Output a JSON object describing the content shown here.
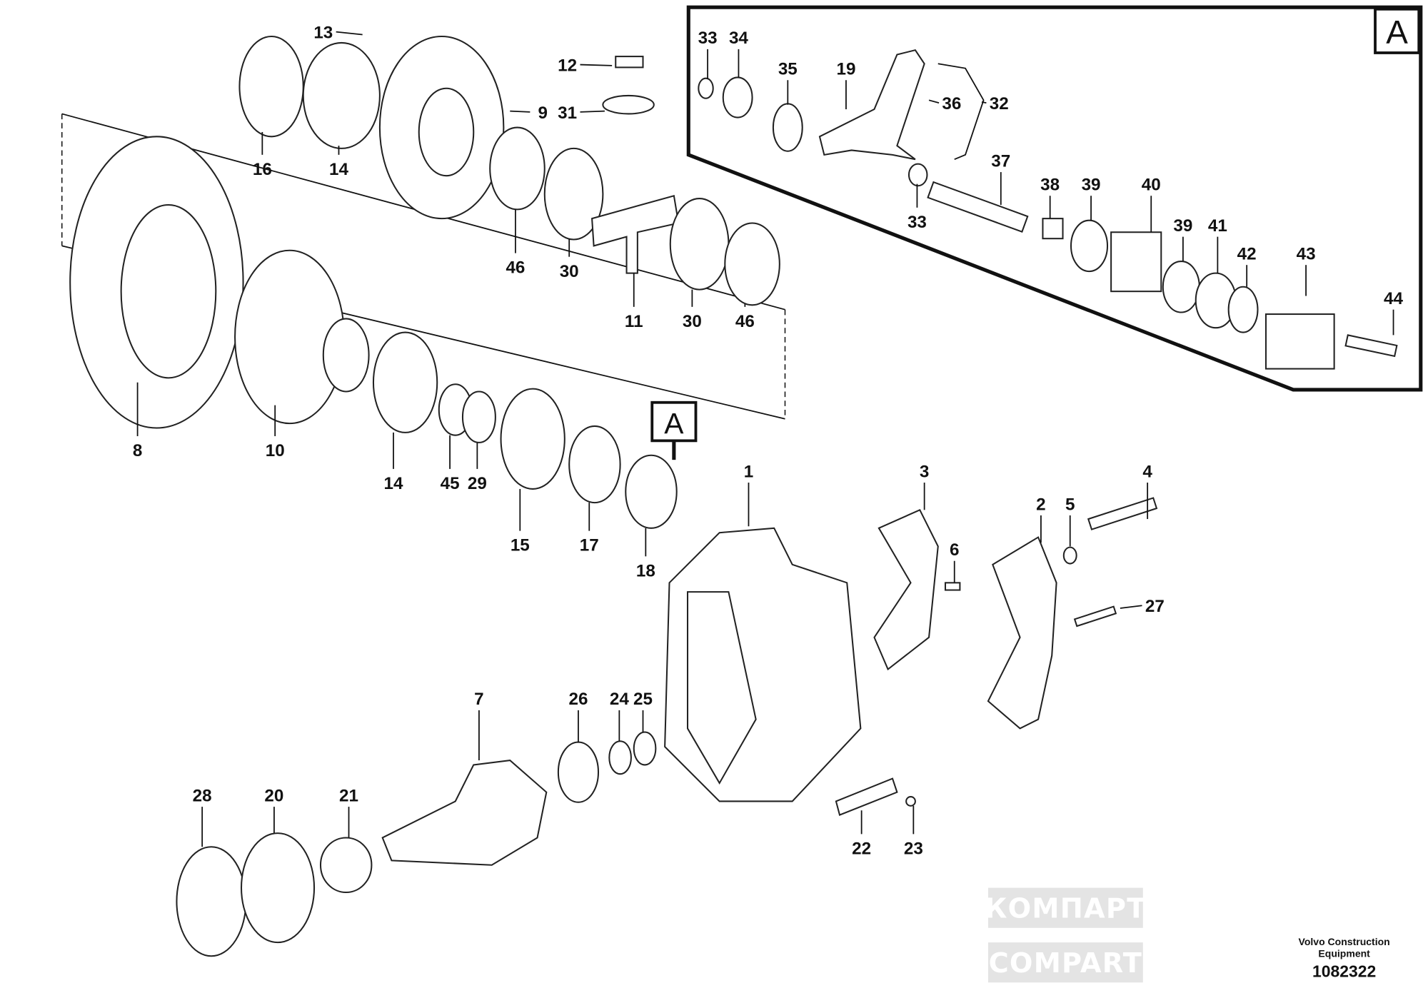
{
  "diagram_title_box": "A",
  "inset_title": "A",
  "callout_box": "A",
  "watermark": {
    "cyrillic": "КОМПАРТ",
    "latin": "COMPART"
  },
  "footer": {
    "line1": "Volvo Construction",
    "line2": "Equipment",
    "drawing_number": "1082322"
  },
  "labels": [
    "13",
    "12",
    "9",
    "31",
    "16",
    "14",
    "46",
    "30",
    "11",
    "30",
    "46",
    "8",
    "10",
    "14",
    "45",
    "29",
    "15",
    "17",
    "18",
    "1",
    "3",
    "4",
    "2",
    "5",
    "6",
    "27",
    "7",
    "26",
    "24",
    "25",
    "28",
    "20",
    "21",
    "22",
    "23"
  ],
  "inset_labels": [
    "33",
    "34",
    "35",
    "19",
    "36",
    "32",
    "37",
    "38",
    "39",
    "40",
    "33",
    "39",
    "41",
    "42",
    "43",
    "44"
  ]
}
